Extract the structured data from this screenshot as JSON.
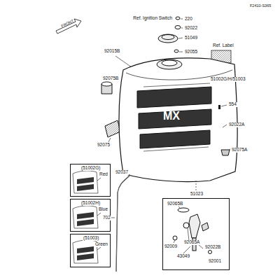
{
  "diagram": {
    "nodes": [
      {
        "text": [
          "(51002G)",
          "Red"
        ]
      },
      {
        "text": [
          "(51002H)",
          "Blue"
        ]
      },
      {
        "text": [
          "(51003)",
          "Green"
        ]
      },
      {
        "text": [
          "51023"
        ]
      }
    ],
    "labels": [
      "F2410-S365",
      "FRONT",
      "Ref. Ignition Switch",
      "220",
      "92022",
      "51049",
      "92055",
      "Ref. Label",
      "92015B",
      "92075B",
      "51002G/H/51003",
      "554",
      "92022A",
      "92075A",
      "92075",
      "MX",
      "92037",
      "702",
      "92065B",
      "92009",
      "92065A",
      "43049",
      "92022B",
      "92001"
    ]
  }
}
